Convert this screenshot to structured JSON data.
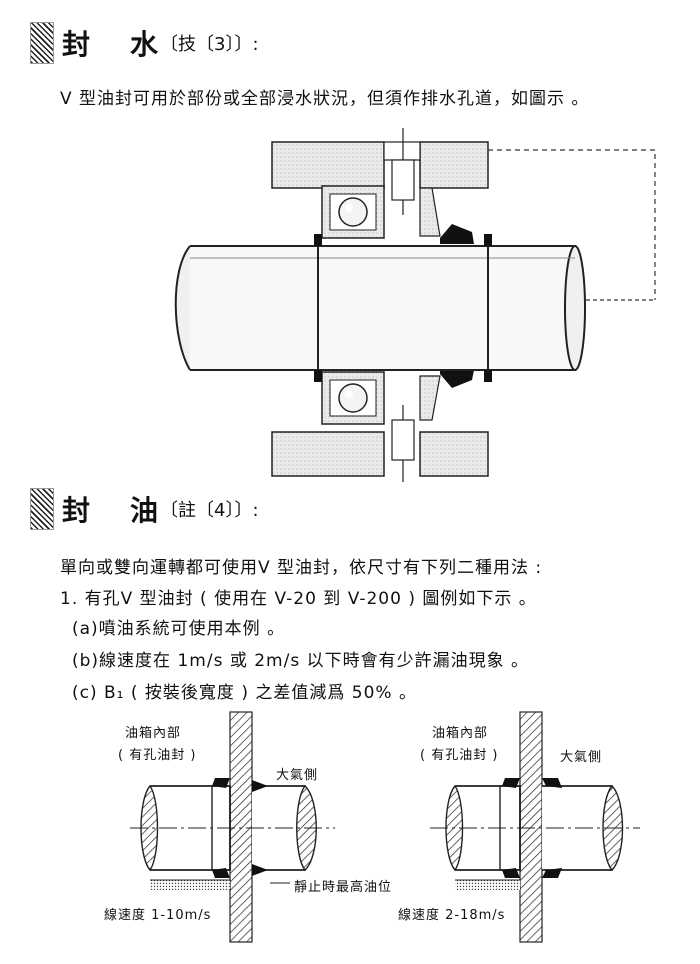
{
  "section1": {
    "heading_main_a": "封",
    "heading_main_b": "水",
    "heading_sub": "〔技〔3〕〕:",
    "text": "V 型油封可用於部份或全部浸水狀況，但須作排水孔道，如圖示 。"
  },
  "section2": {
    "heading_main_a": "封",
    "heading_main_b": "油",
    "heading_sub": "〔註〔4〕〕:",
    "intro": "單向或雙向運轉都可使用V 型油封，依尺寸有下列二種用法 :",
    "item1": "1. 有孔V 型油封 ( 使用在 V-20 到 V-200 ) 圖例如下示 。",
    "item_a": "(a)噴油系統可使用本例 。",
    "item_b": "(b)線速度在 1m/s 或 2m/s 以下時會有少許漏油現象 。",
    "item_c": "(c) B₁ ( 按裝後寬度 ) 之差值減爲 50% 。"
  },
  "diagram_left": {
    "label_oil_box": "油箱內部",
    "label_hole_seal": "( 有孔油封 )",
    "label_atmosphere": "大氣側",
    "label_oil_level": "靜止時最高油位",
    "label_speed": "線速度 1-10m/s"
  },
  "diagram_right": {
    "label_oil_box": "油箱內部",
    "label_hole_seal": "( 有孔油封 )",
    "label_atmosphere": "大氣側",
    "label_speed": "線速度 2-18m/s"
  }
}
